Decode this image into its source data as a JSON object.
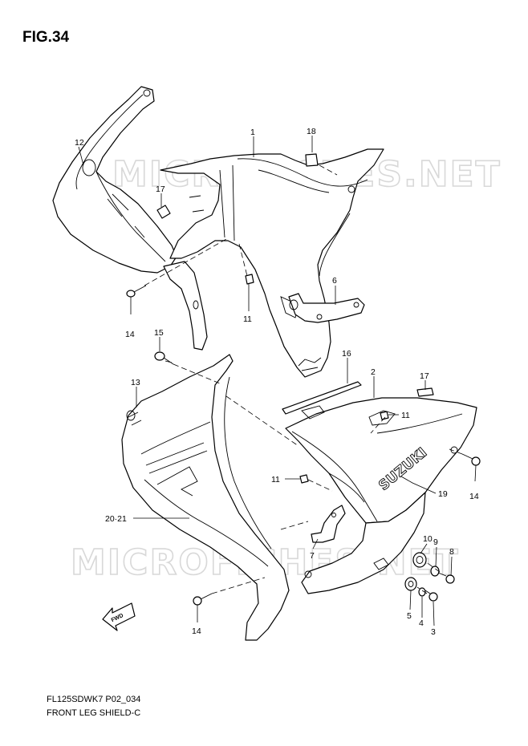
{
  "figure": {
    "title": "FIG.34",
    "code": "FL125SDWK7 P02_034",
    "name": "FRONT LEG SHIELD-C",
    "watermark": "MICROFICHES.NET",
    "brand_text": "SUZUKI",
    "direction_text": "FWD"
  },
  "callouts": [
    {
      "id": "c12",
      "label": "12"
    },
    {
      "id": "c1",
      "label": "1"
    },
    {
      "id": "c18",
      "label": "18"
    },
    {
      "id": "c17a",
      "label": "17"
    },
    {
      "id": "c6",
      "label": "6"
    },
    {
      "id": "c11a",
      "label": "11"
    },
    {
      "id": "c14a",
      "label": "14"
    },
    {
      "id": "c15",
      "label": "15"
    },
    {
      "id": "c16",
      "label": "16"
    },
    {
      "id": "c2",
      "label": "2"
    },
    {
      "id": "c17b",
      "label": "17"
    },
    {
      "id": "c13",
      "label": "13"
    },
    {
      "id": "c11b",
      "label": "11"
    },
    {
      "id": "c14b",
      "label": "14"
    },
    {
      "id": "c19",
      "label": "19"
    },
    {
      "id": "c11c",
      "label": "11"
    },
    {
      "id": "c2021",
      "label": "20·21"
    },
    {
      "id": "c10",
      "label": "10"
    },
    {
      "id": "c9",
      "label": "9"
    },
    {
      "id": "c8",
      "label": "8"
    },
    {
      "id": "c7",
      "label": "7"
    },
    {
      "id": "c5",
      "label": "5"
    },
    {
      "id": "c4",
      "label": "4"
    },
    {
      "id": "c3",
      "label": "3"
    },
    {
      "id": "c14c",
      "label": "14"
    }
  ]
}
